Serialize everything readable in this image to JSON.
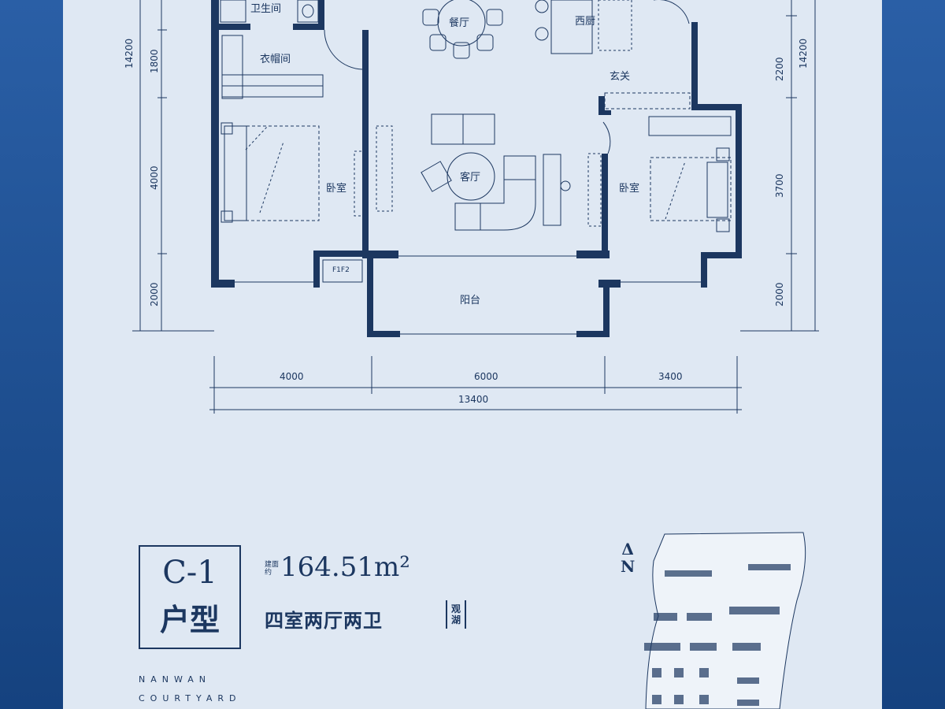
{
  "rooms": {
    "bathroom": "卫生间",
    "dining": "餐厅",
    "western_kitchen": "西厨",
    "cloakroom": "衣帽间",
    "foyer": "玄关",
    "bedroom_left": "卧室",
    "living": "客厅",
    "bedroom_right": "卧室",
    "balcony": "阳台",
    "shaft": "F1F2"
  },
  "dimensions": {
    "left_total": "14200",
    "left_1": "1800",
    "left_2": "4000",
    "left_3": "2000",
    "right_total": "14200",
    "right_1": "2200",
    "right_2": "3700",
    "right_3": "2000",
    "bottom_1": "4000",
    "bottom_2": "6000",
    "bottom_3": "3400",
    "bottom_total": "13400"
  },
  "unit_type": {
    "code": "C-1",
    "name": "户型",
    "area_prefix": "建面约",
    "area_value": "164.51m²",
    "layout": "四室两厅两卫",
    "view": "观湖"
  },
  "project": {
    "line1": "NANWAN",
    "line2": "COURTYARD"
  },
  "compass": {
    "north_label": "N",
    "north_arrow": "Δ"
  },
  "colors": {
    "background": "#1a4f93",
    "sheet": "#dfe8f3",
    "ink": "#1c3760"
  }
}
